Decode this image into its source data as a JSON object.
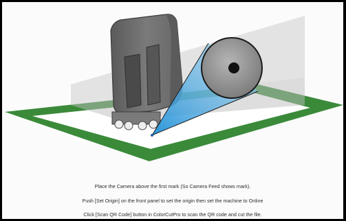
{
  "instructions": [
    "Place the Camera above the first mark (So Camera Feed shows mark).",
    "Push [Set Origin] on the front panel to set the origin then set the machine to Online",
    "Click [Scan QR Code] button in ColorCutPro to scan the QR code and cut the file."
  ],
  "colors": {
    "background": "#fbfbfb",
    "frame": "#000000",
    "mat_border": "#3a8a3a",
    "camera_body": "#6f6f6f",
    "camera_beam": "#3ea6e0",
    "magnifier": "#8d8d8d",
    "mark": "#111111"
  },
  "illustration": {
    "subject": "cutter-camera-above-registration-mark",
    "magnifier_icon": "magnifier-lens-icon"
  }
}
